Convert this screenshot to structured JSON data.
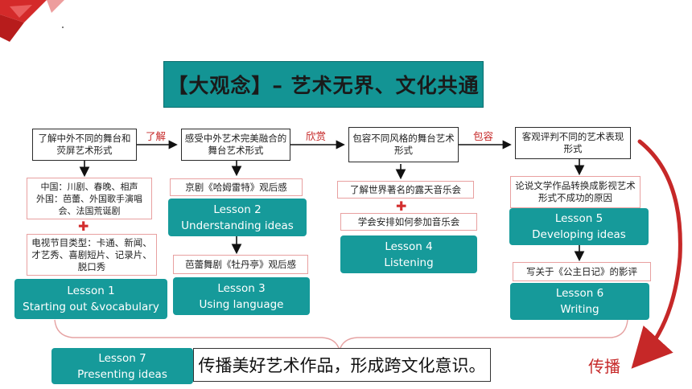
{
  "title": "【大观念】– 艺术无界、文化共通",
  "goals": [
    "了解中外不同的舞台和荧屏艺术形式",
    "感受中外艺术完美融合的舞台艺术形式",
    "包容不同风格的舞台艺术形式",
    "客观评判不同的艺术表现形式"
  ],
  "connectors": [
    "了解",
    "欣赏",
    "包容"
  ],
  "col1": {
    "sub1": "中国：川剧、春晚、相声\n外国：芭蕾、外国歌手演唱会、法国荒诞剧",
    "sub2": "电视节目类型：卡通、新闻、才艺秀、喜剧短片、记录片、脱口秀"
  },
  "col2": {
    "sub1": "京剧《哈姆雷特》观后感",
    "sub2": "芭蕾舞剧《牡丹亭》观后感"
  },
  "col3": {
    "sub1": "了解世界著名的露天音乐会",
    "sub2": "学会安排如何参加音乐会"
  },
  "col4": {
    "sub1": "论说文学作品转换成影视艺术形式不成功的原因",
    "sub2": "写关于《公主日记》的影评"
  },
  "lessons": [
    {
      "num": "Lesson 1",
      "name": "Starting out &vocabulary"
    },
    {
      "num": "Lesson 2",
      "name": "Understanding ideas"
    },
    {
      "num": "Lesson 3",
      "name": "Using language"
    },
    {
      "num": "Lesson 4",
      "name": "Listening"
    },
    {
      "num": "Lesson 5",
      "name": "Developing ideas"
    },
    {
      "num": "Lesson 6",
      "name": "Writing"
    },
    {
      "num": "Lesson 7",
      "name": "Presenting ideas"
    }
  ],
  "plus_symbol": "✚",
  "summary": "传播美好艺术作品，形成跨文化意识。",
  "spread_label": "传播",
  "colors": {
    "teal": "#169a9a",
    "red": "#c62828"
  }
}
